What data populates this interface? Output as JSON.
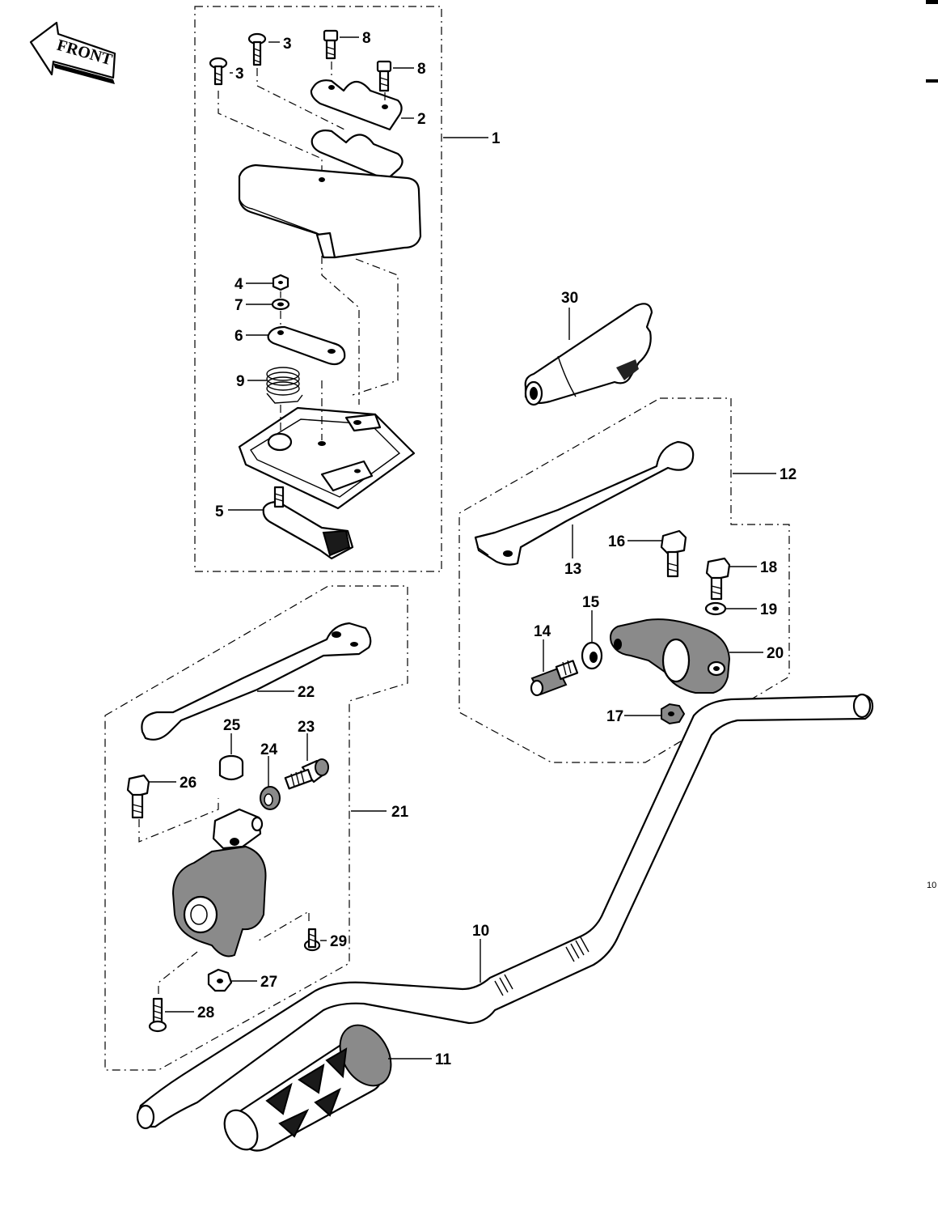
{
  "front_label": "FRONT",
  "page_ref": "10",
  "callouts": {
    "c1": "1",
    "c2": "2",
    "c3a": "3",
    "c3b": "3",
    "c4": "4",
    "c5": "5",
    "c6": "6",
    "c7": "7",
    "c8a": "8",
    "c8b": "8",
    "c9": "9",
    "c10": "10",
    "c11": "11",
    "c12": "12",
    "c13": "13",
    "c14": "14",
    "c15": "15",
    "c16": "16",
    "c17": "17",
    "c18": "18",
    "c19": "19",
    "c20": "20",
    "c21": "21",
    "c22": "22",
    "c23": "23",
    "c24": "24",
    "c25": "25",
    "c26": "26",
    "c27": "27",
    "c28": "28",
    "c29": "29",
    "c30": "30"
  }
}
